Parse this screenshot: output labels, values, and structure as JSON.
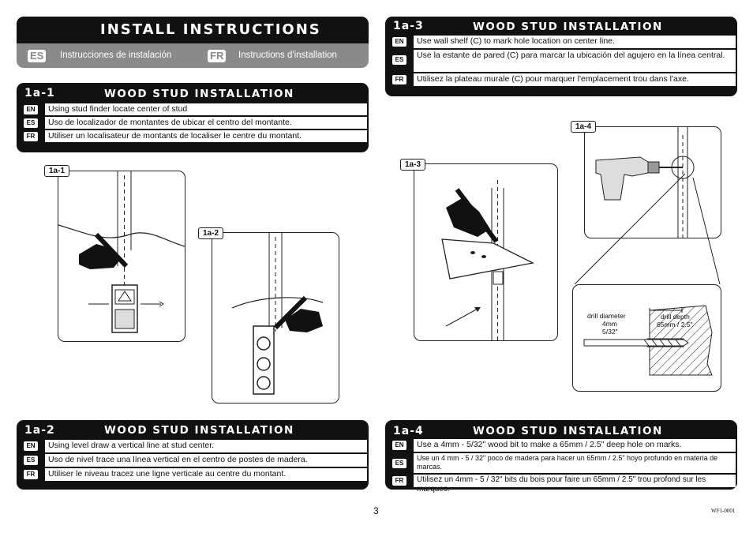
{
  "header": {
    "title": "INSTALL INSTRUCTIONS",
    "es_badge": "ES",
    "es_text": "Instrucciones de instalación",
    "fr_badge": "FR",
    "fr_text": "Instructions d'installation"
  },
  "lang": {
    "en": "EN",
    "es": "ES",
    "fr": "FR"
  },
  "step_1a1": {
    "step": "1a-1",
    "title": "WOOD STUD INSTALLATION",
    "en": "Using stud finder locate center of stud",
    "es": "Uso de localizador de montantes de ubicar el centro del montante.",
    "fr": "Utiliser un localisateur de montants de localiser le centre du montant."
  },
  "step_1a2": {
    "step": "1a-2",
    "title": "WOOD STUD INSTALLATION",
    "en": "Using level draw a vertical line at stud center.",
    "es": "Uso de nivel trace una línea vertical en el centro de postes de madera.",
    "fr": "Utiliser le niveau tracez une ligne verticale au centre du montant."
  },
  "step_1a3": {
    "step": "1a-3",
    "title": "WOOD STUD INSTALLATION",
    "en": "Use wall shelf (C) to mark hole location on center line.",
    "es": "Use la estante de pared (C) para marcar la ubicación del agujero en la línea central.",
    "fr": "Utilisez la plateau murale (C) pour marquer l'emplacement trou dans l'axe."
  },
  "step_1a4": {
    "step": "1a-4",
    "title": "WOOD STUD INSTALLATION",
    "en": "Use a 4mm - 5/32\" wood bit to make a 65mm / 2.5\" deep hole on marks.",
    "es": "Use un 4 mm - 5 / 32\" poco de madera para hacer un 65mm / 2.5\" hoyo profundo en materia de marcas.",
    "fr": "Utilisez un 4mm - 5 / 32\" bits du bois pour faire un 65mm / 2.5\" trou profond sur les marques."
  },
  "figures": {
    "f1a1": "1a-1",
    "f1a2": "1a-2",
    "f1a3": "1a-3",
    "f1a4": "1a-4",
    "drill_diameter_label": "drill diameter",
    "drill_diameter_mm": "4mm",
    "drill_diameter_in": "5/32\"",
    "drill_depth_label": "drill depth",
    "drill_depth_value": "65mm / 2.5\""
  },
  "footer": {
    "page_number": "3",
    "code": "WF1-0001"
  }
}
